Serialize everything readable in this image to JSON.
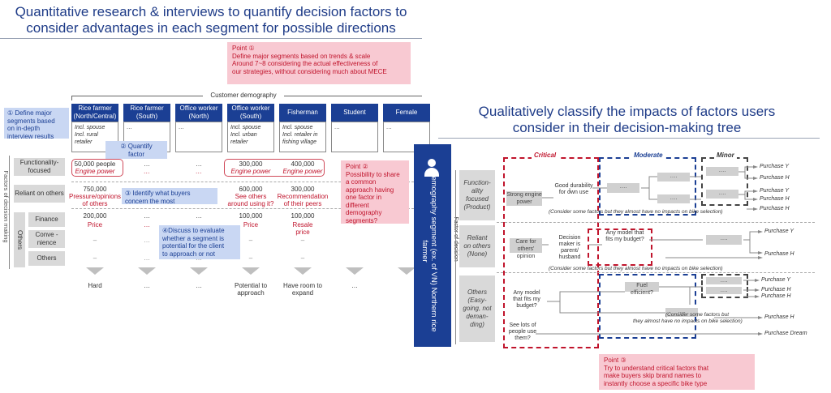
{
  "left": {
    "title_l1": "Quantitative research & interviews to quantify decision factors to",
    "title_l2": "consider advantages in each segment for possible directions",
    "point1": {
      "head": "Point ①",
      "l1": "Define major segments based on trends & scale",
      "l2": "Around 7~8 considering the actual effectiveness of",
      "l3": "our strategies, without considering much about MECE"
    },
    "demography_label": "Customer demography",
    "note1": {
      "l1": "① Define major",
      "l2": "segments based",
      "l3": "on in-depth",
      "l4": "interview results"
    },
    "note2": {
      "l1": "② Quantify",
      "l2": "factor"
    },
    "note3": "③ Identify what buyers concern the most",
    "note4": {
      "l1": "④Discuss to evaluate",
      "l2": "whether a segment is",
      "l3": "potential for the client",
      "l4": "to approach or not"
    },
    "point2": {
      "head": "Point ②",
      "l1": "Possibility to share",
      "l2": "a common",
      "l3": "approach having",
      "l4": "one factor in",
      "l5": "different",
      "l6": "demography",
      "l7": "segments?"
    },
    "side_label": "Factors of decision making",
    "others_label": "Others",
    "rows": {
      "func": "Functionality-focused",
      "reliant": "Reliant on others",
      "finance": "Finance",
      "conv": "Conve -nience",
      "others": "Others"
    },
    "segments": [
      {
        "h1": "Rice farmer",
        "h2": "(North/Central)",
        "d1": "Incl. spouse",
        "d2": "Incl. rural",
        "d3": "retailer",
        "f_val": "50,000 people",
        "f_sub": "Engine power",
        "r_val": "750,000",
        "r_sub": "Pressure/opinions of others",
        "fin_val": "200,000",
        "fin_sub": "Price",
        "conv": "–",
        "oth": "–",
        "out": "Hard"
      },
      {
        "h1": "Rice farmer",
        "h2": "(South)",
        "d1": "…",
        "d2": "",
        "d3": "",
        "f_val": "…",
        "f_sub": "…",
        "r_val": "…",
        "r_sub": "",
        "fin_val": "…",
        "fin_sub": "…",
        "conv": "…",
        "oth": "…",
        "out": "…"
      },
      {
        "h1": "Office worker",
        "h2": "(North)",
        "d1": "…",
        "d2": "",
        "d3": "",
        "f_val": "…",
        "f_sub": "…",
        "r_val": "…",
        "r_sub": "",
        "fin_val": "…",
        "fin_sub": "…",
        "conv": "…",
        "oth": "…",
        "out": "…"
      },
      {
        "h1": "Office worker",
        "h2": "(South)",
        "d1": "Incl. spouse",
        "d2": "Incl. urban",
        "d3": "retailer",
        "f_val": "300,000",
        "f_sub": "Engine power",
        "r_val": "600,000",
        "r_sub": "See others around using it?",
        "fin_val": "100,000",
        "fin_sub": "Price",
        "conv": "–",
        "oth": "–",
        "out": "Potential to approach"
      },
      {
        "h1": "Fisherman",
        "h2": "",
        "d1": "Incl. spouse",
        "d2": "Incl. retailer in",
        "d3": "fishing village",
        "f_val": "400,000",
        "f_sub": "Engine power",
        "r_val": "300,000",
        "r_sub": "Recommendation of their peers",
        "fin_val": "100,000",
        "fin_sub": "Resale price",
        "conv": "–",
        "oth": "–",
        "out": "Have room to expand"
      },
      {
        "h1": "Student",
        "h2": "",
        "d1": "…",
        "d2": "",
        "d3": "",
        "f_val": "",
        "f_sub": "",
        "r_val": "",
        "r_sub": "",
        "fin_val": "",
        "fin_sub": "",
        "conv": "",
        "oth": "",
        "out": "…"
      },
      {
        "h1": "Female",
        "h2": "",
        "d1": "…",
        "d2": "",
        "d3": "",
        "f_val": "",
        "f_sub": "",
        "r_val": "",
        "r_sub": "",
        "fin_val": "",
        "fin_sub": "",
        "conv": "",
        "oth": "",
        "out": ""
      }
    ]
  },
  "right": {
    "title_l1": "Qualitatively classify the impacts of factors users",
    "title_l2": "consider in their decision-making tree",
    "segment_label": "Demography segment (ex. of VN) Northern rice farmer",
    "factor_label": "Factor of decision",
    "critical": "Critical",
    "moderate": "Moderate",
    "minor": "Minor",
    "rows": [
      {
        "l1": "Function-",
        "l2": "ality",
        "l3": "focused",
        "l4": "(Product)"
      },
      {
        "l1": "Reliant",
        "l2": "on others",
        "l3": "(None)",
        "l4": ""
      },
      {
        "l1": "Others",
        "l2": "(Easy-",
        "l3": "going, not",
        "l4": "deman-",
        "l5": "ding)"
      }
    ],
    "nodes": {
      "strong_engine": "Strong engine power",
      "good_durability": "Good durability for own use",
      "care_others": "Care for others' opinion",
      "decision_maker": "Decision maker is parent/ husband",
      "any_model_budget1": "Any model that fits my budget?",
      "any_model_budget2": "Any model that fits my budget?",
      "fuel_efficient": "Fuel efficient?",
      "see_lots": "See lots of people use them?",
      "dots": "…."
    },
    "purchases": [
      "Purchase Y",
      "Purchase H",
      "Purchase Y",
      "Purchase H",
      "Purchase H",
      "Purchase Y",
      "Purchase H",
      "Purchase Y",
      "Purchase H",
      "Purchase H",
      "Purchase H",
      "Purchase Dream"
    ],
    "consider": "(Consider some factors but they almost have no impacts on bike selection)",
    "consider3a": "(Consider some factors but",
    "consider3b": "they almost have no impacts on bike selection)",
    "point3": {
      "head": "Point ③",
      "l1": "Try to understand critical factors that",
      "l2": "make buyers skip brand names to",
      "l3": "instantly choose a specific bike type"
    }
  }
}
